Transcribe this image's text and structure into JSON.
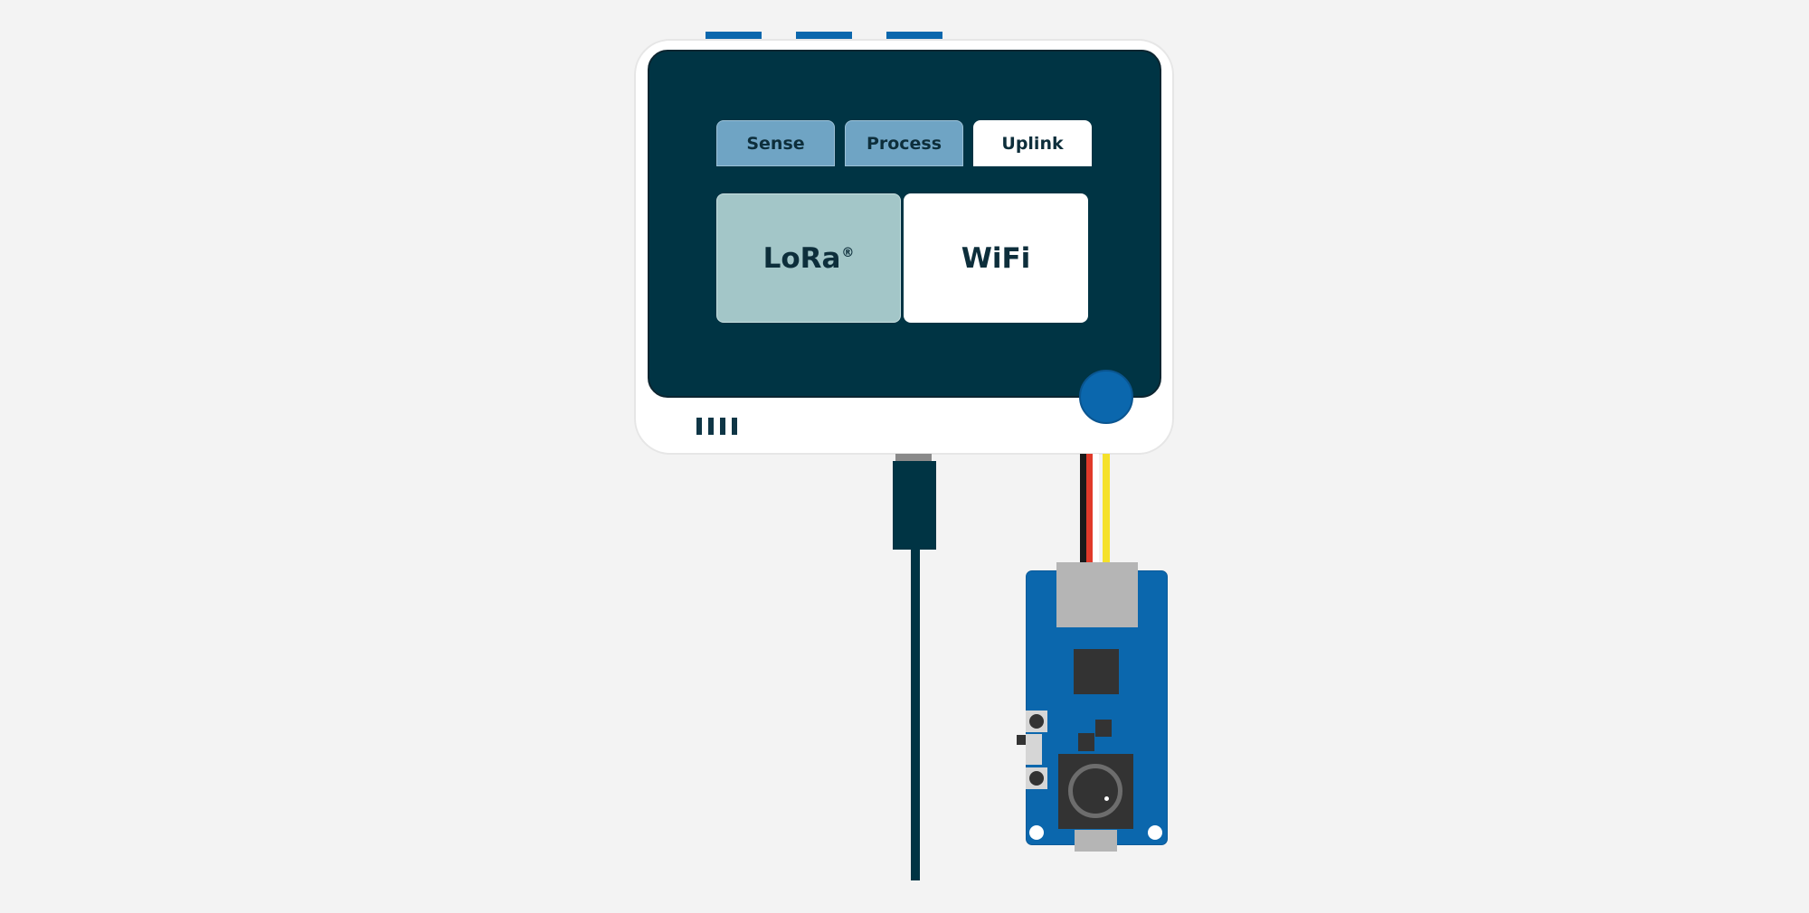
{
  "tabs": [
    {
      "label": "Sense",
      "state": "inactive"
    },
    {
      "label": "Process",
      "state": "inactive"
    },
    {
      "label": "Uplink",
      "state": "active"
    }
  ],
  "options": {
    "lora": {
      "label": "LoRa",
      "mark": "®"
    },
    "wifi": {
      "label": "WiFi"
    }
  },
  "colors": {
    "background": "#f3f3f3",
    "screen": "#003444",
    "accent_blue": "#0b67ad",
    "tab_inactive": "#6fa4c4",
    "lora_card": "#a3c6c8",
    "wire_black": "#1a1a1a",
    "wire_red": "#e03a2a",
    "wire_white": "#ffffff",
    "wire_yellow": "#f5e12a"
  },
  "icons": [
    "home-button-icon",
    "usb-cable-icon",
    "grove-cable-icon",
    "sensor-board-icon",
    "camera-lens-icon"
  ]
}
